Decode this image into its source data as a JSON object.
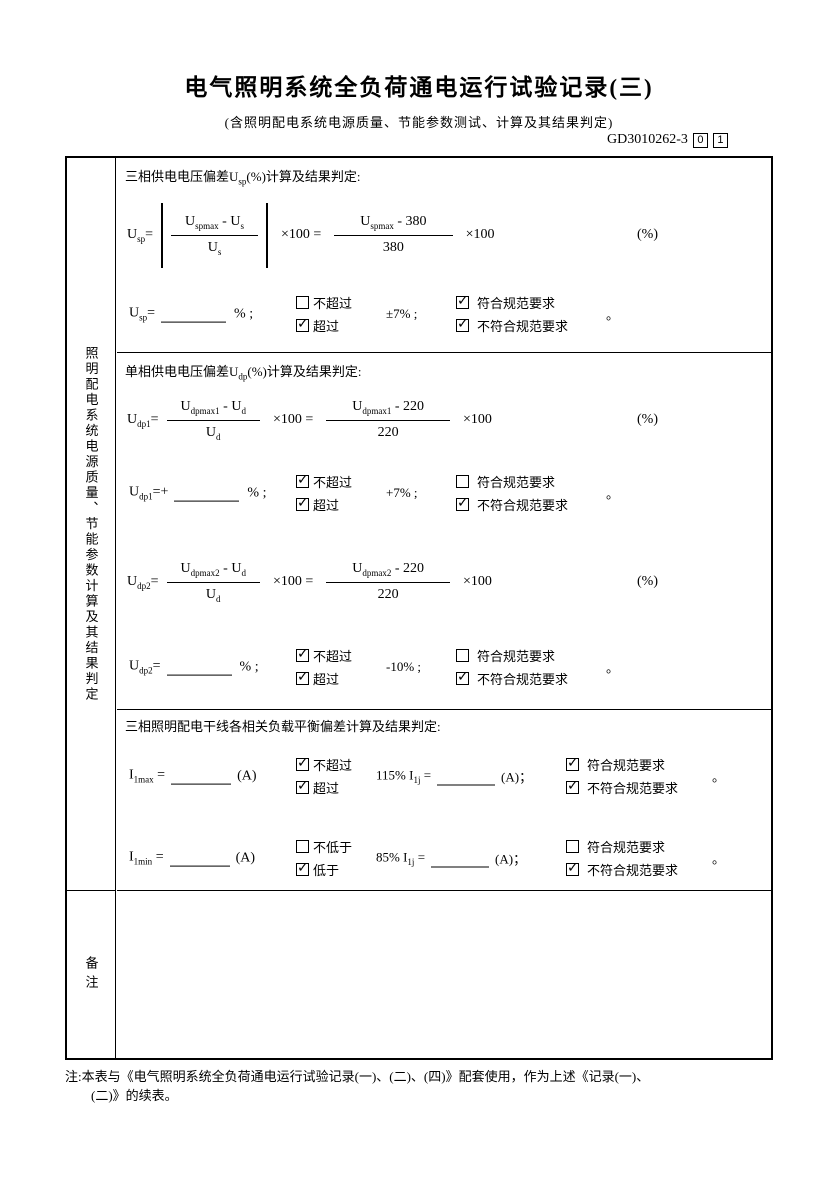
{
  "header": {
    "title": "电气照明系统全负荷通电运行试验记录(三)",
    "subtitle": "(含照明配电系统电源质量、节能参数测试、计算及其结果判定)",
    "doc_no": "GD3010262-3",
    "doc_boxes": [
      "0",
      "1"
    ]
  },
  "side": {
    "main_label": "照明配电系统电源质量、节能参数计算及其结果判定",
    "remark_label": "备注"
  },
  "section1": {
    "heading": [
      {
        "t": "三相供电电压偏差U"
      },
      {
        "t": "sp",
        "sub": true
      },
      {
        "t": "(%)计算及结果判定:"
      }
    ],
    "formula": {
      "lhs": [
        {
          "t": "U"
        },
        {
          "t": "sp",
          "sub": true
        },
        {
          "t": "="
        }
      ],
      "f1_num": [
        {
          "t": "U"
        },
        {
          "t": "spmax",
          "sub": true
        },
        {
          "t": " - U"
        },
        {
          "t": "s",
          "sub": true
        }
      ],
      "f1_den": [
        {
          "t": "U"
        },
        {
          "t": "s",
          "sub": true
        }
      ],
      "op1": "×100 =",
      "f2_num": [
        {
          "t": "U"
        },
        {
          "t": "spmax",
          "sub": true
        },
        {
          "t": " - 380"
        }
      ],
      "f2_den": [
        {
          "t": "380"
        }
      ],
      "op2": "×100",
      "unit": "(%)"
    },
    "result": {
      "label": [
        {
          "t": "U"
        },
        {
          "t": "sp",
          "sub": true
        },
        {
          "t": "="
        }
      ],
      "pct": "% ;",
      "options": {
        "not_exceed": {
          "checked": false,
          "label": "不超过"
        },
        "exceed": {
          "checked": true,
          "label": "超过"
        }
      },
      "limit": "±7% ;",
      "judgement": {
        "conform": {
          "checked": true,
          "label": "符合规范要求"
        },
        "nonconform": {
          "checked": true,
          "label": "不符合规范要求"
        }
      },
      "period": "。"
    }
  },
  "section2": {
    "heading": [
      {
        "t": "单相供电电压偏差U"
      },
      {
        "t": "dp",
        "sub": true
      },
      {
        "t": "(%)计算及结果判定:"
      }
    ],
    "block1": {
      "formula": {
        "lhs": [
          {
            "t": "U"
          },
          {
            "t": "dp1",
            "sub": true
          },
          {
            "t": "="
          }
        ],
        "f1_num": [
          {
            "t": "U"
          },
          {
            "t": "dpmax1",
            "sub": true
          },
          {
            "t": " - U"
          },
          {
            "t": "d",
            "sub": true
          }
        ],
        "f1_den": [
          {
            "t": "U"
          },
          {
            "t": "d",
            "sub": true
          }
        ],
        "op1": "×100 =",
        "f2_num": [
          {
            "t": "U"
          },
          {
            "t": "dpmax1",
            "sub": true
          },
          {
            "t": " - 220"
          }
        ],
        "f2_den": [
          {
            "t": "220"
          }
        ],
        "op2": "×100",
        "unit": "(%)"
      },
      "result": {
        "label": [
          {
            "t": "U"
          },
          {
            "t": "dp1",
            "sub": true
          },
          {
            "t": "=+"
          }
        ],
        "pct": "% ;",
        "options": {
          "not_exceed": {
            "checked": true,
            "label": "不超过"
          },
          "exceed": {
            "checked": true,
            "label": "超过"
          }
        },
        "limit": "+7% ;",
        "judgement": {
          "conform": {
            "checked": false,
            "label": "符合规范要求"
          },
          "nonconform": {
            "checked": true,
            "label": "不符合规范要求"
          }
        },
        "period": "。"
      }
    },
    "block2": {
      "formula": {
        "lhs": [
          {
            "t": "U"
          },
          {
            "t": "dp2",
            "sub": true
          },
          {
            "t": "="
          }
        ],
        "f1_num": [
          {
            "t": "U"
          },
          {
            "t": "dpmax2",
            "sub": true
          },
          {
            "t": " - U"
          },
          {
            "t": "d",
            "sub": true
          }
        ],
        "f1_den": [
          {
            "t": "U"
          },
          {
            "t": "d",
            "sub": true
          }
        ],
        "op1": "×100 =",
        "f2_num": [
          {
            "t": "U"
          },
          {
            "t": "dpmax2",
            "sub": true
          },
          {
            "t": " - 220"
          }
        ],
        "f2_den": [
          {
            "t": "220"
          }
        ],
        "op2": "×100",
        "unit": "(%)"
      },
      "result": {
        "label": [
          {
            "t": "U"
          },
          {
            "t": "dp2",
            "sub": true
          },
          {
            "t": "="
          }
        ],
        "pct": "% ;",
        "options": {
          "not_exceed": {
            "checked": true,
            "label": "不超过"
          },
          "exceed": {
            "checked": true,
            "label": "超过"
          }
        },
        "limit": "-10% ;",
        "judgement": {
          "conform": {
            "checked": false,
            "label": "符合规范要求"
          },
          "nonconform": {
            "checked": true,
            "label": "不符合规范要求"
          }
        },
        "period": "。"
      }
    }
  },
  "section3": {
    "heading": "三相照明配电干线各相关负载平衡偏差计算及结果判定:",
    "row1": {
      "label": [
        {
          "t": "I"
        },
        {
          "t": "1max",
          "sub": true
        },
        {
          "t": " ="
        }
      ],
      "unit": "(A)",
      "options": {
        "not_exceed": {
          "checked": true,
          "label": "不超过"
        },
        "exceed": {
          "checked": true,
          "label": "超过"
        }
      },
      "mid_label": [
        {
          "t": "115% I"
        },
        {
          "t": "1j",
          "sub": true
        },
        {
          "t": " ="
        }
      ],
      "mid_unit": "(A)；",
      "judgement": {
        "conform": {
          "checked": true,
          "label": "符合规范要求"
        },
        "nonconform": {
          "checked": true,
          "label": "不符合规范要求"
        }
      },
      "period": "。"
    },
    "row2": {
      "label": [
        {
          "t": "I"
        },
        {
          "t": "1min",
          "sub": true
        },
        {
          "t": " ="
        }
      ],
      "unit": "(A)",
      "options": {
        "not_exceed": {
          "checked": false,
          "label": "不低于"
        },
        "exceed": {
          "checked": true,
          "label": "低于"
        }
      },
      "mid_label": [
        {
          "t": "85% I"
        },
        {
          "t": "1j",
          "sub": true
        },
        {
          "t": " ="
        }
      ],
      "mid_unit": "(A)；",
      "judgement": {
        "conform": {
          "checked": false,
          "label": "符合规范要求"
        },
        "nonconform": {
          "checked": true,
          "label": "不符合规范要求"
        }
      },
      "period": "。"
    }
  },
  "footer": {
    "line1": "注:本表与《电气照明系统全负荷通电运行试验记录(一)、(二)、(四)》配套使用，作为上述《记录(一)、",
    "line2": "(二)》的续表。"
  }
}
